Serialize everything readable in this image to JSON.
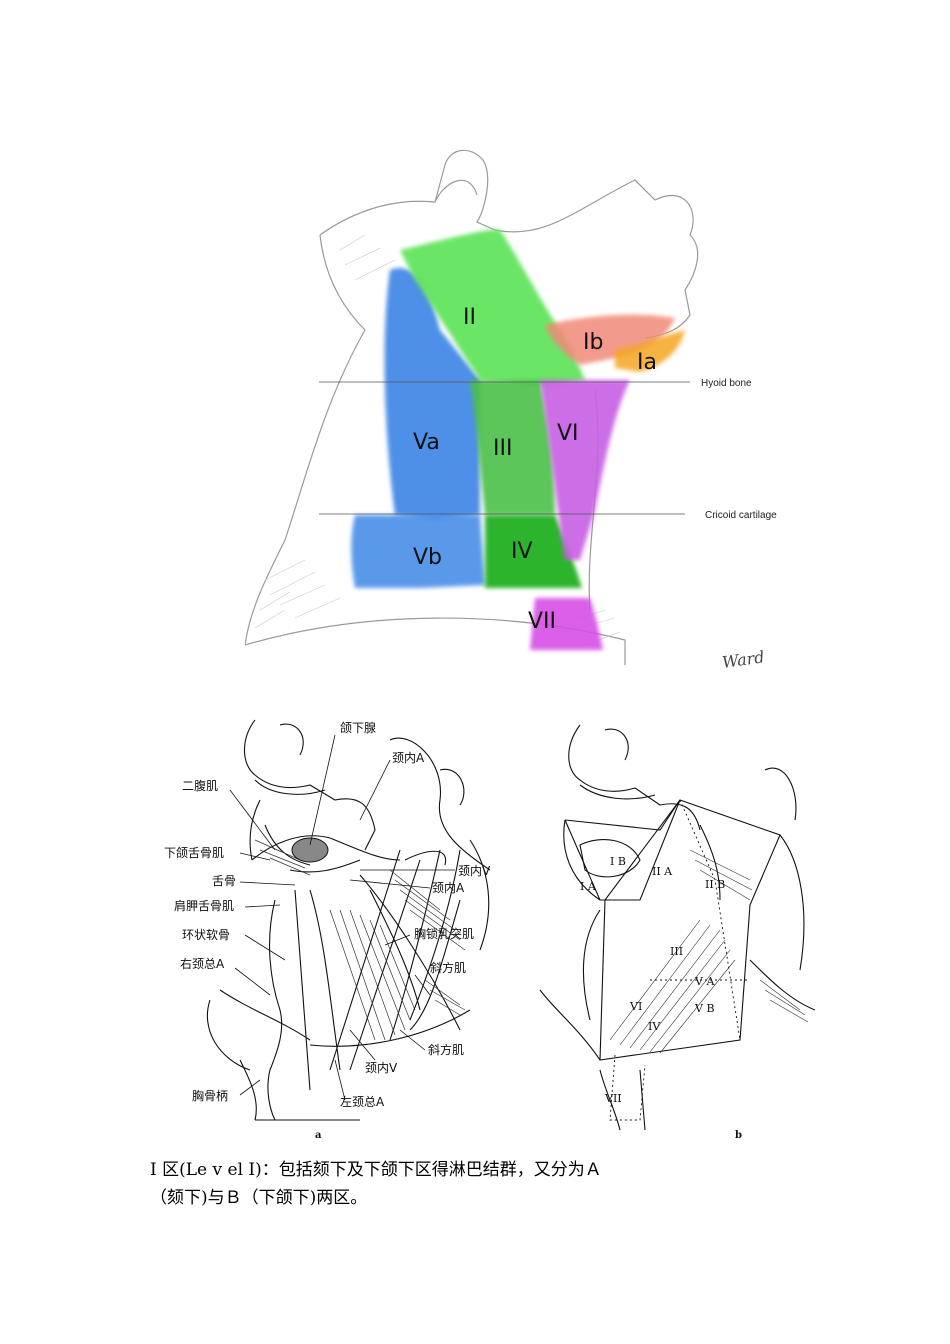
{
  "figure1": {
    "zones": [
      {
        "id": "II",
        "label": "II",
        "color": "#5fe35a"
      },
      {
        "id": "Ib",
        "label": "Ib",
        "color": "#f08a78"
      },
      {
        "id": "Ia",
        "label": "Ia",
        "color": "#f5a623"
      },
      {
        "id": "Va",
        "label": "Va",
        "color": "#3f86e6"
      },
      {
        "id": "III",
        "label": "III",
        "color": "#4cc04a"
      },
      {
        "id": "VI",
        "label": "VI",
        "color": "#c75ee3"
      },
      {
        "id": "Vb",
        "label": "Vb",
        "color": "#4a8fe8"
      },
      {
        "id": "IV",
        "label": "IV",
        "color": "#22b022"
      },
      {
        "id": "VII",
        "label": "VII",
        "color": "#d64fe6"
      }
    ],
    "guides": {
      "hyoid": "Hyoid bone",
      "cricoid": "Cricoid cartilage"
    },
    "signature": "Ward"
  },
  "figure2": {
    "panel_a": {
      "tag": "a",
      "labels": {
        "submandibular_gland": "颌下腺",
        "ica_top": "颈内A",
        "digastric": "二腹肌",
        "mylohyoid": "下颌舌骨肌",
        "hyoid": "舌骨",
        "omohyoid": "肩胛舌骨肌",
        "cricoid": "环状软骨",
        "right_cca": "右颈总A",
        "manubrium": "胸骨柄",
        "ijv_upper": "颈内V",
        "ica_mid": "颈内A",
        "scm": "胸锁乳突肌",
        "trapezius_upper": "斜方肌",
        "trapezius_lower": "斜方肌",
        "ijv_lower": "颈内V",
        "left_cca": "左颈总A"
      }
    },
    "panel_b": {
      "tag": "b",
      "levels": [
        "I A",
        "I B",
        "II A",
        "II B",
        "III",
        "IV",
        "V A",
        "V B",
        "VI",
        "VII"
      ]
    }
  },
  "caption": {
    "line1": "Ⅰ 区(Le v el Ⅰ)：包括颏下及下颌下区得淋巴结群，又分为Ａ",
    "line2": "（颏下)与Ｂ（下颌下)两区。"
  }
}
